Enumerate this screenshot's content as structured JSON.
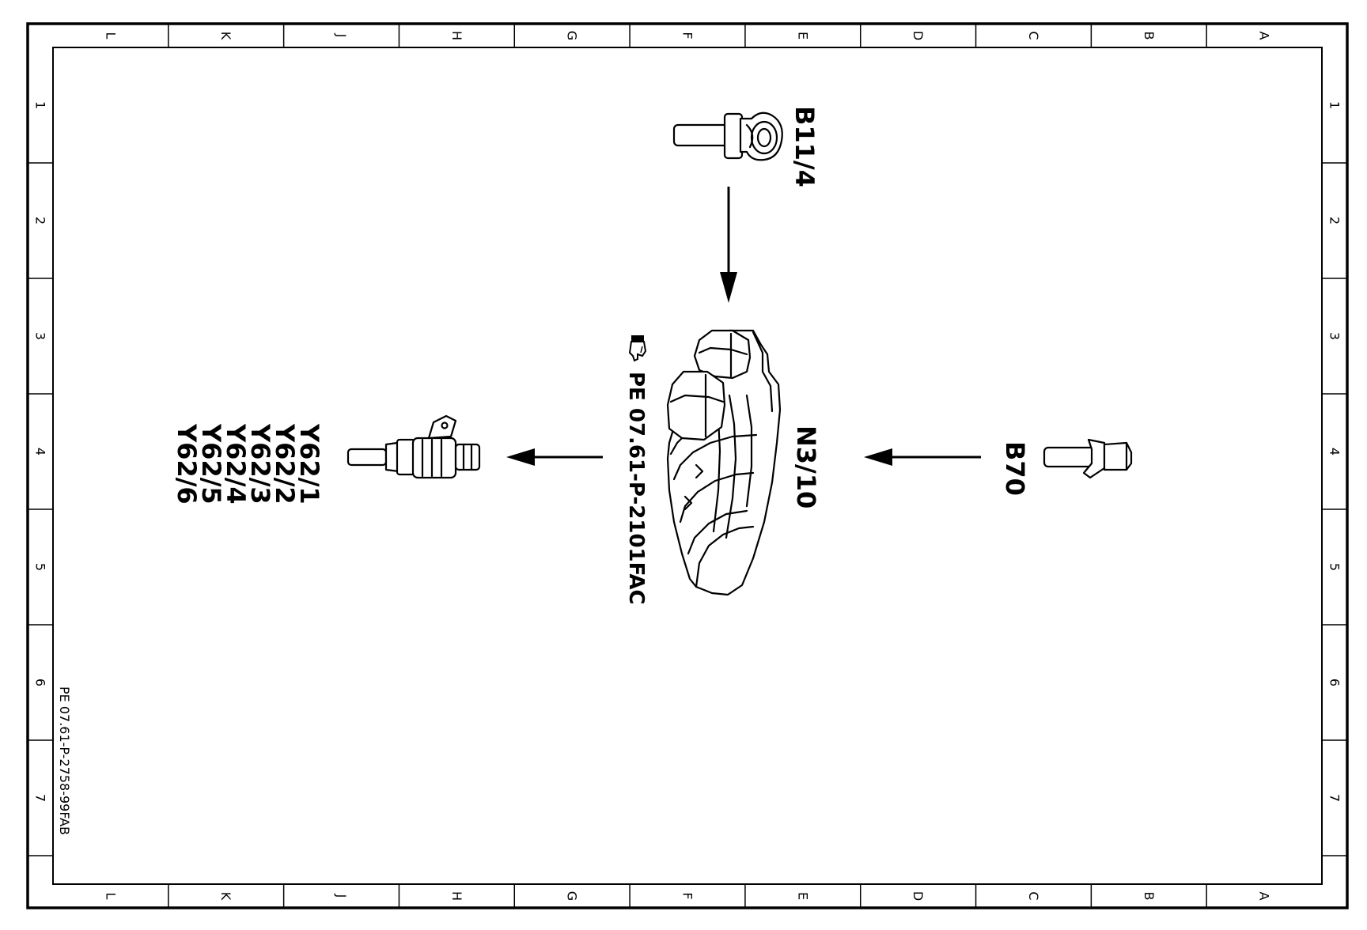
{
  "frame": {
    "columns": [
      "L",
      "K",
      "J",
      "H",
      "G",
      "F",
      "E",
      "D",
      "C",
      "B",
      "A"
    ],
    "rows": [
      "1",
      "2",
      "3",
      "4",
      "5",
      "6",
      "7"
    ]
  },
  "components": {
    "top_sensor": "B11/4",
    "right_sensor": "B70",
    "control_unit": "N3/10",
    "reference": "PE 07.61-P-2101FAC",
    "injectors": [
      "Y62/1",
      "Y62/2",
      "Y62/3",
      "Y62/4",
      "Y62/5",
      "Y62/6"
    ]
  },
  "drawing_id": "PE 07.61-P-2758-99FAB",
  "icons": {
    "reference_icon": "pointing-hand-icon"
  }
}
